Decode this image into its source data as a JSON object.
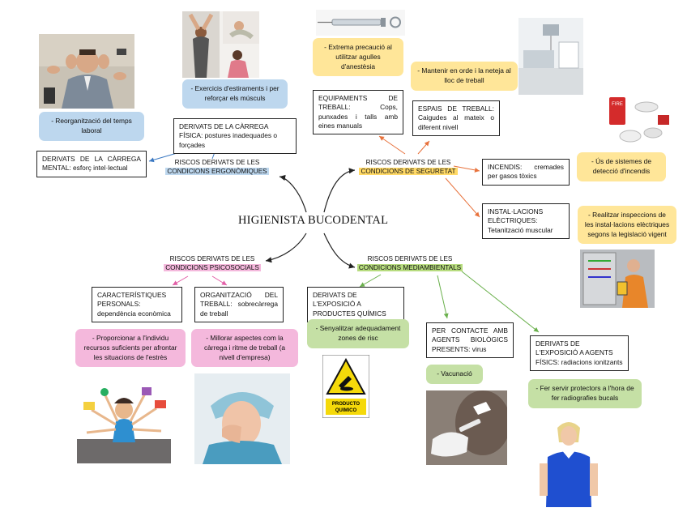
{
  "title": "HIGIENISTA BUCODENTAL",
  "colors": {
    "blue": "#bdd7ee",
    "yellow": "#ffe699",
    "pink": "#f4b8dc",
    "green": "#c5e0a5",
    "arrow_blue": "#3a78c2",
    "arrow_orange": "#e8723c",
    "arrow_green": "#6ab04c",
    "arrow_pink": "#e25da6"
  },
  "ergo": {
    "label_line1": "RISCOS DERIVATS DE LES",
    "label_line2": "CONDICIONS ERGONÒMIQUES",
    "mental": {
      "box": "DERIVATS DE LA CÀRREGA MENTAL: esforç intel·lectual",
      "note": "- Reorganització del temps laboral"
    },
    "physical": {
      "box": "DERIVATS DE LA CÀRREGA FÍSICA: postures inadequades o forçades",
      "note": "- Exercicis d'estiraments i per reforçar els músculs"
    }
  },
  "security": {
    "label_line1": "RISCOS DERIVATS DE LES",
    "label_line2": "CONDICIONS DE SEGURETAT",
    "equipment": {
      "box": "EQUIPAMENTS DE TREBALL: Cops, punxades i talls amb eines manuals",
      "note": "- Extrema precaució al utilitzar agulles d'anestèsia"
    },
    "spaces": {
      "box": "ESPAIS DE TREBALL: Caigudes al mateix o diferent nivell",
      "note": "- Mantenir en orde i la neteja al lloc de treball"
    },
    "fire": {
      "box": "INCENDIS: cremades per gasos tòxics",
      "note": "- Ús de sistemes de detecció d'incendis",
      "sign": "FIRE"
    },
    "electric": {
      "box": "INSTAL·LACIONS ELÈCTRIQUES: Tetanització muscular",
      "note": "- Realitzar inspeccions de les instal·lacions elèctriques segons la legislació vigent"
    }
  },
  "psycho": {
    "label_line1": "RISCOS DERIVATS DE LES",
    "label_line2": "CONDICIONS PSICOSOCIALS",
    "personal": {
      "box": "CARACTERÍSTIQUES PERSONALS: dependència econòmica",
      "note": "- Proporcionar a l'individu recursos suficients per afrontar les situacions de l'estrès"
    },
    "organization": {
      "box": "ORGANITZACIÓ DEL TREBALL: sobrecàrrega de treball",
      "note": "- Millorar aspectes com la càrrega i ritme de treball (a nivell d'empresa)"
    }
  },
  "environment": {
    "label_line1": "RISCOS DERIVATS DE LES",
    "label_line2": "CONDICIONS MEDIAMBIENTALS",
    "chemical": {
      "box": "DERIVATS DE L'EXPOSICIÓ A PRODUCTES QUÍMICS",
      "note": "- Senyalitzar adequadament zones de risc",
      "sign_line1": "PRODUCTO",
      "sign_line2": "QUIMICO"
    },
    "biological": {
      "box": "PER CONTACTE AMB AGENTS BIOLÒGICS PRESENTS: virus",
      "note": "- Vacunació"
    },
    "physical_agents": {
      "box": "DERIVATS DE L'EXPOSICIÓ A AGENTS FÍSICS: radiacions ionitzants",
      "note": "- Fer servir protectors a l'hora de fer radiografies bucals"
    }
  }
}
